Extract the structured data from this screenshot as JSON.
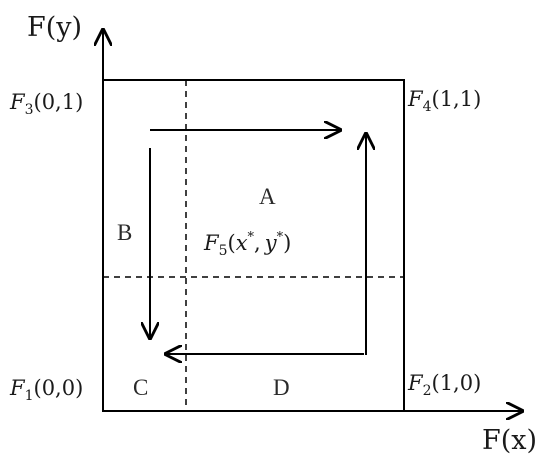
{
  "axes": {
    "y_label": "F(y)",
    "x_label": "F(x)"
  },
  "points": {
    "F1": {
      "letter": "F",
      "sub": "1",
      "coords": "(0,0)"
    },
    "F2": {
      "letter": "F",
      "sub": "2",
      "coords": "(1,0)"
    },
    "F3": {
      "letter": "F",
      "sub": "3",
      "coords": "(0,1)"
    },
    "F4": {
      "letter": "F",
      "sub": "4",
      "coords": "(1,1)"
    },
    "F5": {
      "letter": "F",
      "sub": "5",
      "open": "(",
      "x": "x",
      "sep": ",",
      "y": "y",
      "star": "*",
      "close": ")"
    }
  },
  "regions": {
    "A": "A",
    "B": "B",
    "C": "C",
    "D": "D"
  },
  "colors": {
    "line": "#000000",
    "text": "#1a1a1a"
  }
}
